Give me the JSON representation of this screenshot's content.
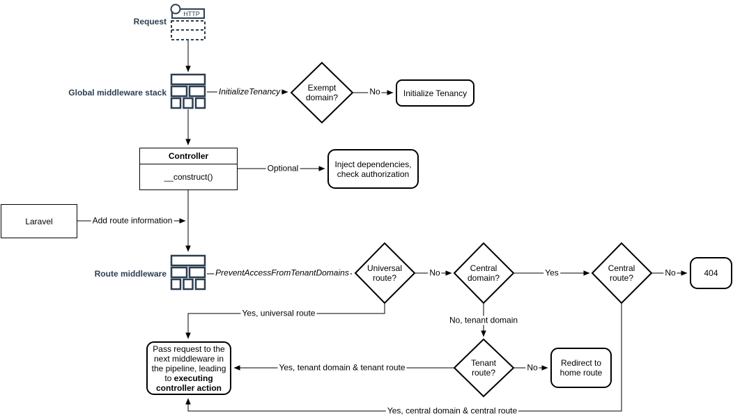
{
  "colors": {
    "accent": "#2d3e50",
    "line": "#000000",
    "shape_fill": "#ffffff",
    "background": "#ffffff"
  },
  "icons": {
    "http_request_icon": "http-request-icon",
    "http_label": "HTTP",
    "middleware_stack_icon": "middleware-stack-icon"
  },
  "nodes": {
    "request": "Request",
    "global_middleware_stack": "Global middleware stack",
    "exempt_domain": "Exempt domain?",
    "initialize_tenancy": "Initialize Tenancy",
    "controller_title": "Controller",
    "controller_method": "__construct()",
    "inject_dependencies": "Inject dependencies, check authorization",
    "laravel": "Laravel",
    "route_middleware": "Route middleware",
    "universal_route": "Universal route?",
    "central_domain": "Central domain?",
    "central_route": "Central route?",
    "not_found": "404",
    "pass_request_normal": "Pass request to the next middleware in the pipeline, leading to ",
    "pass_request_bold": "executing controller action",
    "tenant_route": "Tenant route?",
    "redirect_home": "Redirect to home route"
  },
  "edge_labels": {
    "initialize_tenancy_mw": "InitializeTenancy",
    "exempt_no": "No",
    "optional": "Optional",
    "add_route_information": "Add route information",
    "prevent_access_mw": "PreventAccessFromTenantDomains",
    "universal_no": "No",
    "central_domain_yes": "Yes",
    "central_route_no": "No",
    "yes_universal_route": "Yes, universal route",
    "no_tenant_domain": "No, tenant domain",
    "tenant_route_no": "No",
    "yes_tenant_domain_route": "Yes, tenant domain & tenant route",
    "yes_central_domain_route": "Yes, central domain & central route"
  }
}
